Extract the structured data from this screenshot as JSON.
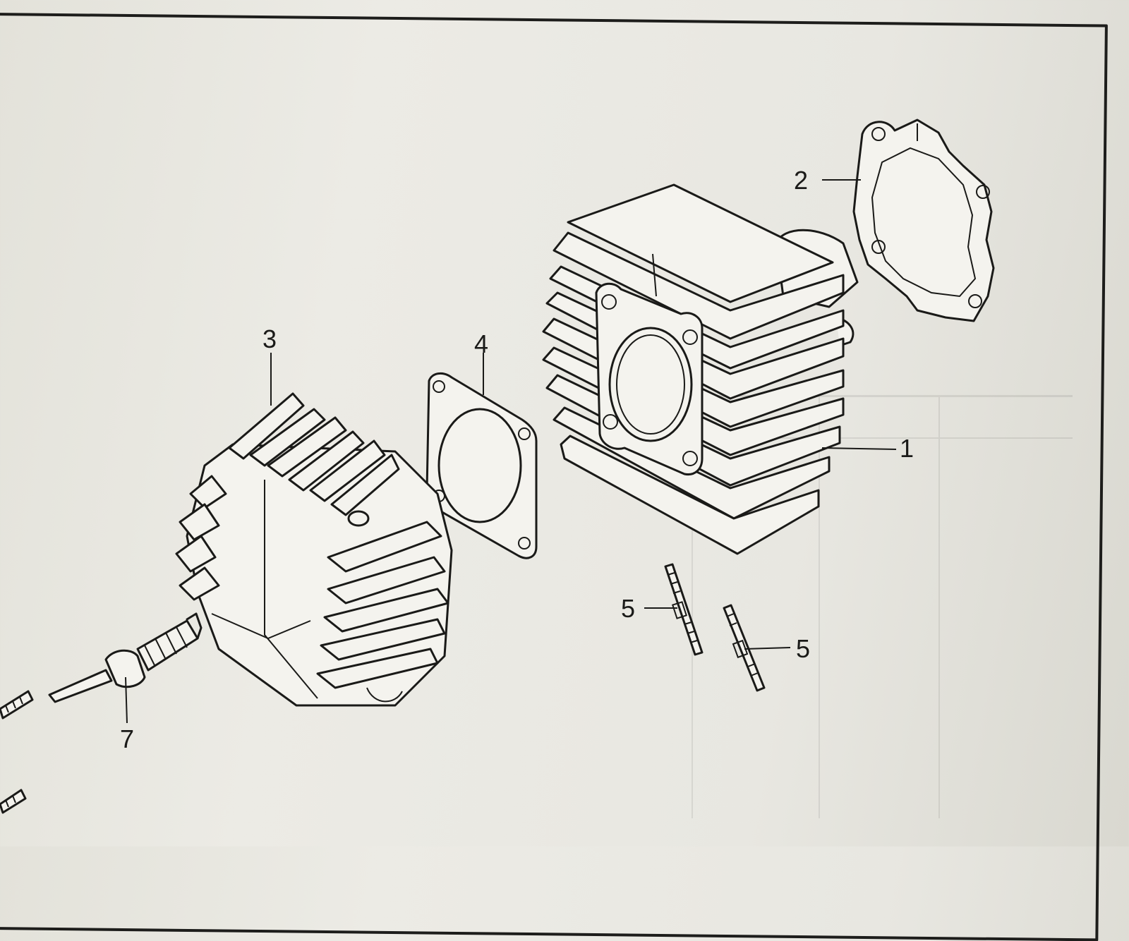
{
  "callouts": {
    "cylinder": "1",
    "base_gasket": "2",
    "cylinder_head": "3",
    "head_gasket": "4",
    "stud_left": "5",
    "stud_right": "5",
    "spark_plug": "7"
  }
}
